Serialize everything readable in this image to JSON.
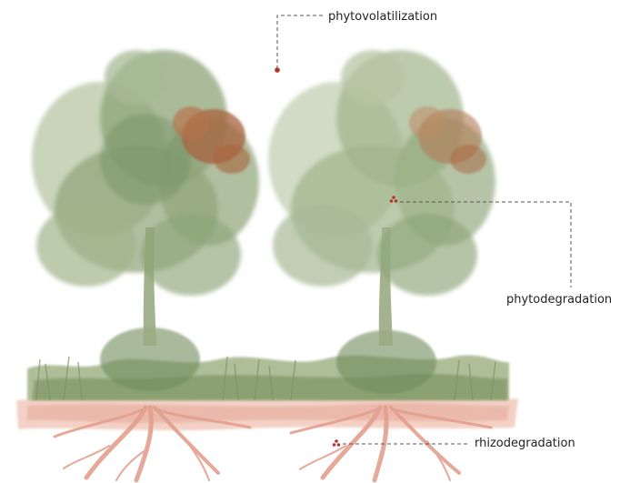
{
  "labels": {
    "phytovolatilization": "phytovolatilization",
    "phytodegradation": "phytodegradation",
    "rhizodegradation": "rhizodegradation"
  },
  "colors": {
    "foliage": "#8ea478",
    "foliage_light": "#b7c6a3",
    "foliage_dark": "#6f8a5c",
    "autumn": "#a8623c",
    "trunk": "#9aab83",
    "grass": "#879c6a",
    "soil": "#e9b2a1",
    "roots": "#e39f8e",
    "marker": "#b5352e",
    "leader_line": "#555555"
  },
  "icons": {
    "volatilization_marker": "red-dot-icon",
    "degradation_marker": "molecule-icon",
    "rhizo_marker": "molecule-icon"
  }
}
